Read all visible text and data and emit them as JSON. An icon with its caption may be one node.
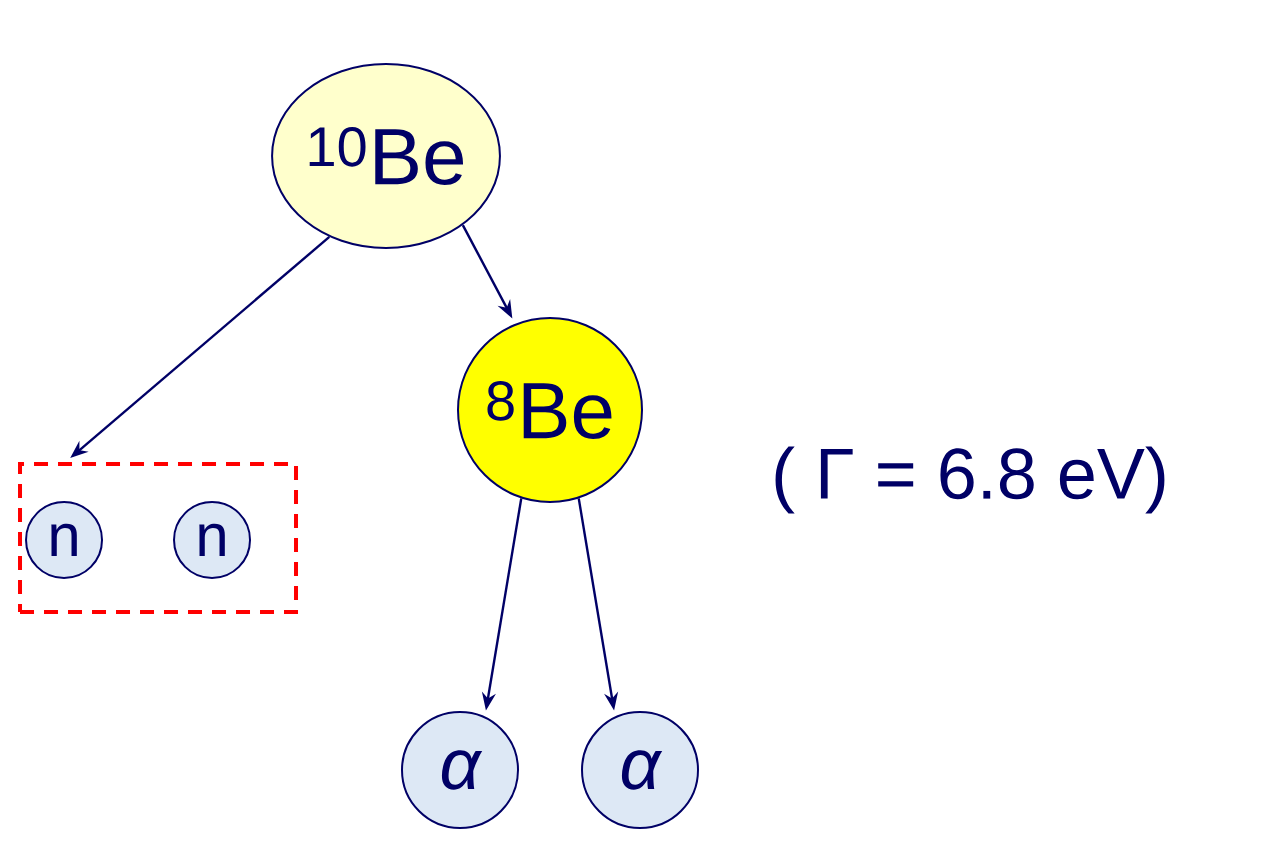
{
  "diagram": {
    "nodes": [
      {
        "text": [
          "$^{10}$Be"
        ]
      },
      {
        "text": [],
        "shape": "box"
      },
      {
        "text": [
          "n"
        ],
        "in": 1
      },
      {
        "text": [
          "n"
        ],
        "in": 1
      },
      {
        "text": [
          "$^{8}$Be"
        ],
        "beside": [
          "( Γ = 6.8 eV)"
        ]
      },
      {
        "text": [
          "α"
        ]
      },
      {
        "text": [
          "α"
        ]
      }
    ],
    "edges": [
      {
        "from": 0,
        "to": 1,
        "arrow": "to"
      },
      {
        "from": 0,
        "to": 4,
        "arrow": "to"
      },
      {
        "from": 4,
        "to": 5,
        "arrow": "to"
      },
      {
        "from": 4,
        "to": 6,
        "arrow": "to"
      }
    ]
  }
}
